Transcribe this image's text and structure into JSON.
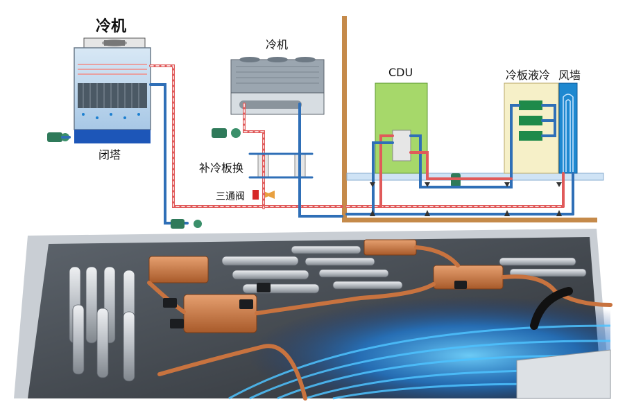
{
  "labels": {
    "chiller_top": "冷机",
    "chiller": "冷机",
    "cdu": "CDU",
    "cold_plate": "冷板液冷",
    "air_wall": "风墙",
    "closed_tower": "闭塔",
    "supp_exchanger": "补冷板换",
    "three_way_valve": "三通阀"
  },
  "colors": {
    "hot_pipe": "#e05a5a",
    "cold_pipe": "#2f6fb7",
    "cdu_fill": "#a6d86a",
    "cold_plate_fill": "#f6f0c8",
    "air_wall_fill": "#1e88d0",
    "floor": "#c58a4a",
    "copper": "#c8733f",
    "board": "#3a3f45",
    "coolant_glow": "#2aa8ff"
  },
  "icons": [
    "pump-icon",
    "fan-icon",
    "plate-exchanger-icon",
    "valve-icon"
  ]
}
